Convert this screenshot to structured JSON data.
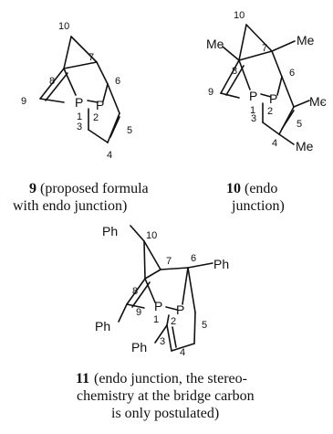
{
  "structures": [
    {
      "id": "9",
      "atoms": {
        "p1": "P",
        "p2": "P"
      },
      "locants": {
        "n1": "1",
        "n2": "2",
        "n3": "3",
        "n4": "4",
        "n5": "5",
        "n6": "6",
        "n7": "7",
        "n8": "8",
        "n9": "9",
        "n10": "10"
      },
      "caption": {
        "compound": "9",
        "line1": "(proposed formula",
        "line2": "with endo junction)"
      }
    },
    {
      "id": "10",
      "atoms": {
        "p1": "P",
        "p2": "P"
      },
      "substituents": {
        "me8": "Me",
        "me7": "Me",
        "me5": "Mє",
        "me4": "Me"
      },
      "locants": {
        "n1": "1",
        "n2": "2",
        "n3": "3",
        "n4": "4",
        "n5": "5",
        "n6": "6",
        "n7": "7",
        "n8": "8",
        "n9": "9",
        "n10": "10"
      },
      "caption": {
        "compound": "10",
        "line1": "(endo",
        "line2": "junction)"
      }
    },
    {
      "id": "11",
      "atoms": {
        "p1": "P",
        "p2": "P"
      },
      "substituents": {
        "ph10": "Ph",
        "ph6": "Ph",
        "ph9": "Ph",
        "ph3": "Ph"
      },
      "locants": {
        "n1": "1",
        "n2": "2",
        "n3": "3",
        "n4": "4",
        "n5": "5",
        "n6": "6",
        "n7": "7",
        "n8": "8",
        "n9": "9",
        "n10": "10"
      },
      "caption": {
        "compound": "11",
        "line1": "(endo junction, the stereo-",
        "line2": "chemistry at the bridge carbon",
        "line3": "is only postulated)"
      }
    }
  ]
}
